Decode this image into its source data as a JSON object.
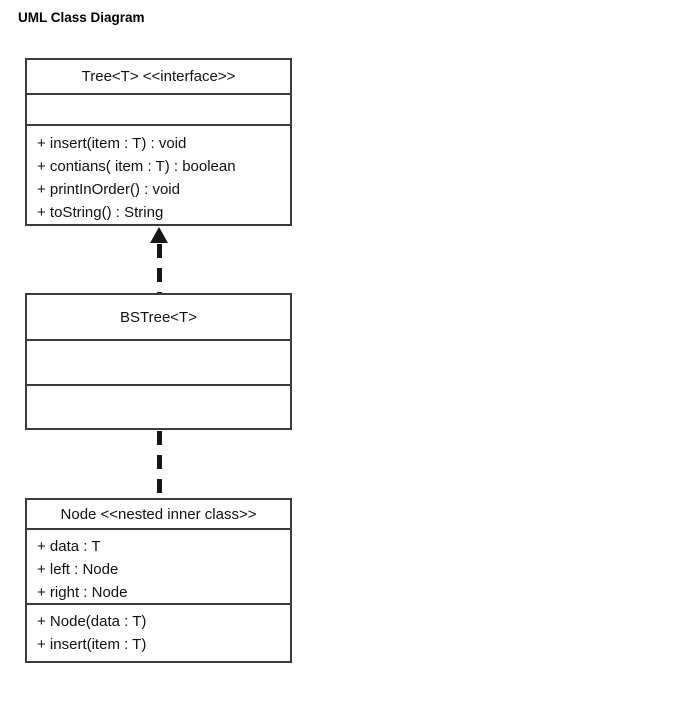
{
  "page": {
    "title": "UML Class Diagram"
  },
  "diagram": {
    "classes": [
      {
        "name": "Tree<T> <<interface>>",
        "attributes": [],
        "methods": [
          "+ insert(item : T) : void",
          "+ contians( item : T) : boolean",
          "+ printInOrder() : void",
          "+ toString() : String"
        ]
      },
      {
        "name": "BSTree<T>",
        "attributes": [],
        "methods": []
      },
      {
        "name": "Node <<nested inner class>>",
        "attributes": [
          "+ data : T",
          "+ left : Node",
          "+ right : Node"
        ],
        "methods": [
          "+ Node(data : T)",
          "+ insert(item : T)"
        ]
      }
    ],
    "connectors": [
      {
        "type": "dashed-realization",
        "from": "BSTree<T>",
        "to": "Tree<T> <<interface>>",
        "arrowhead": "filled-triangle-up"
      },
      {
        "type": "dashed-line",
        "from": "BSTree<T>",
        "to": "Node <<nested inner class>>",
        "arrowhead": "none"
      }
    ],
    "colors": {
      "border": "#3b3b3b",
      "text": "#111111",
      "background": "#ffffff",
      "connector": "#161616"
    }
  }
}
